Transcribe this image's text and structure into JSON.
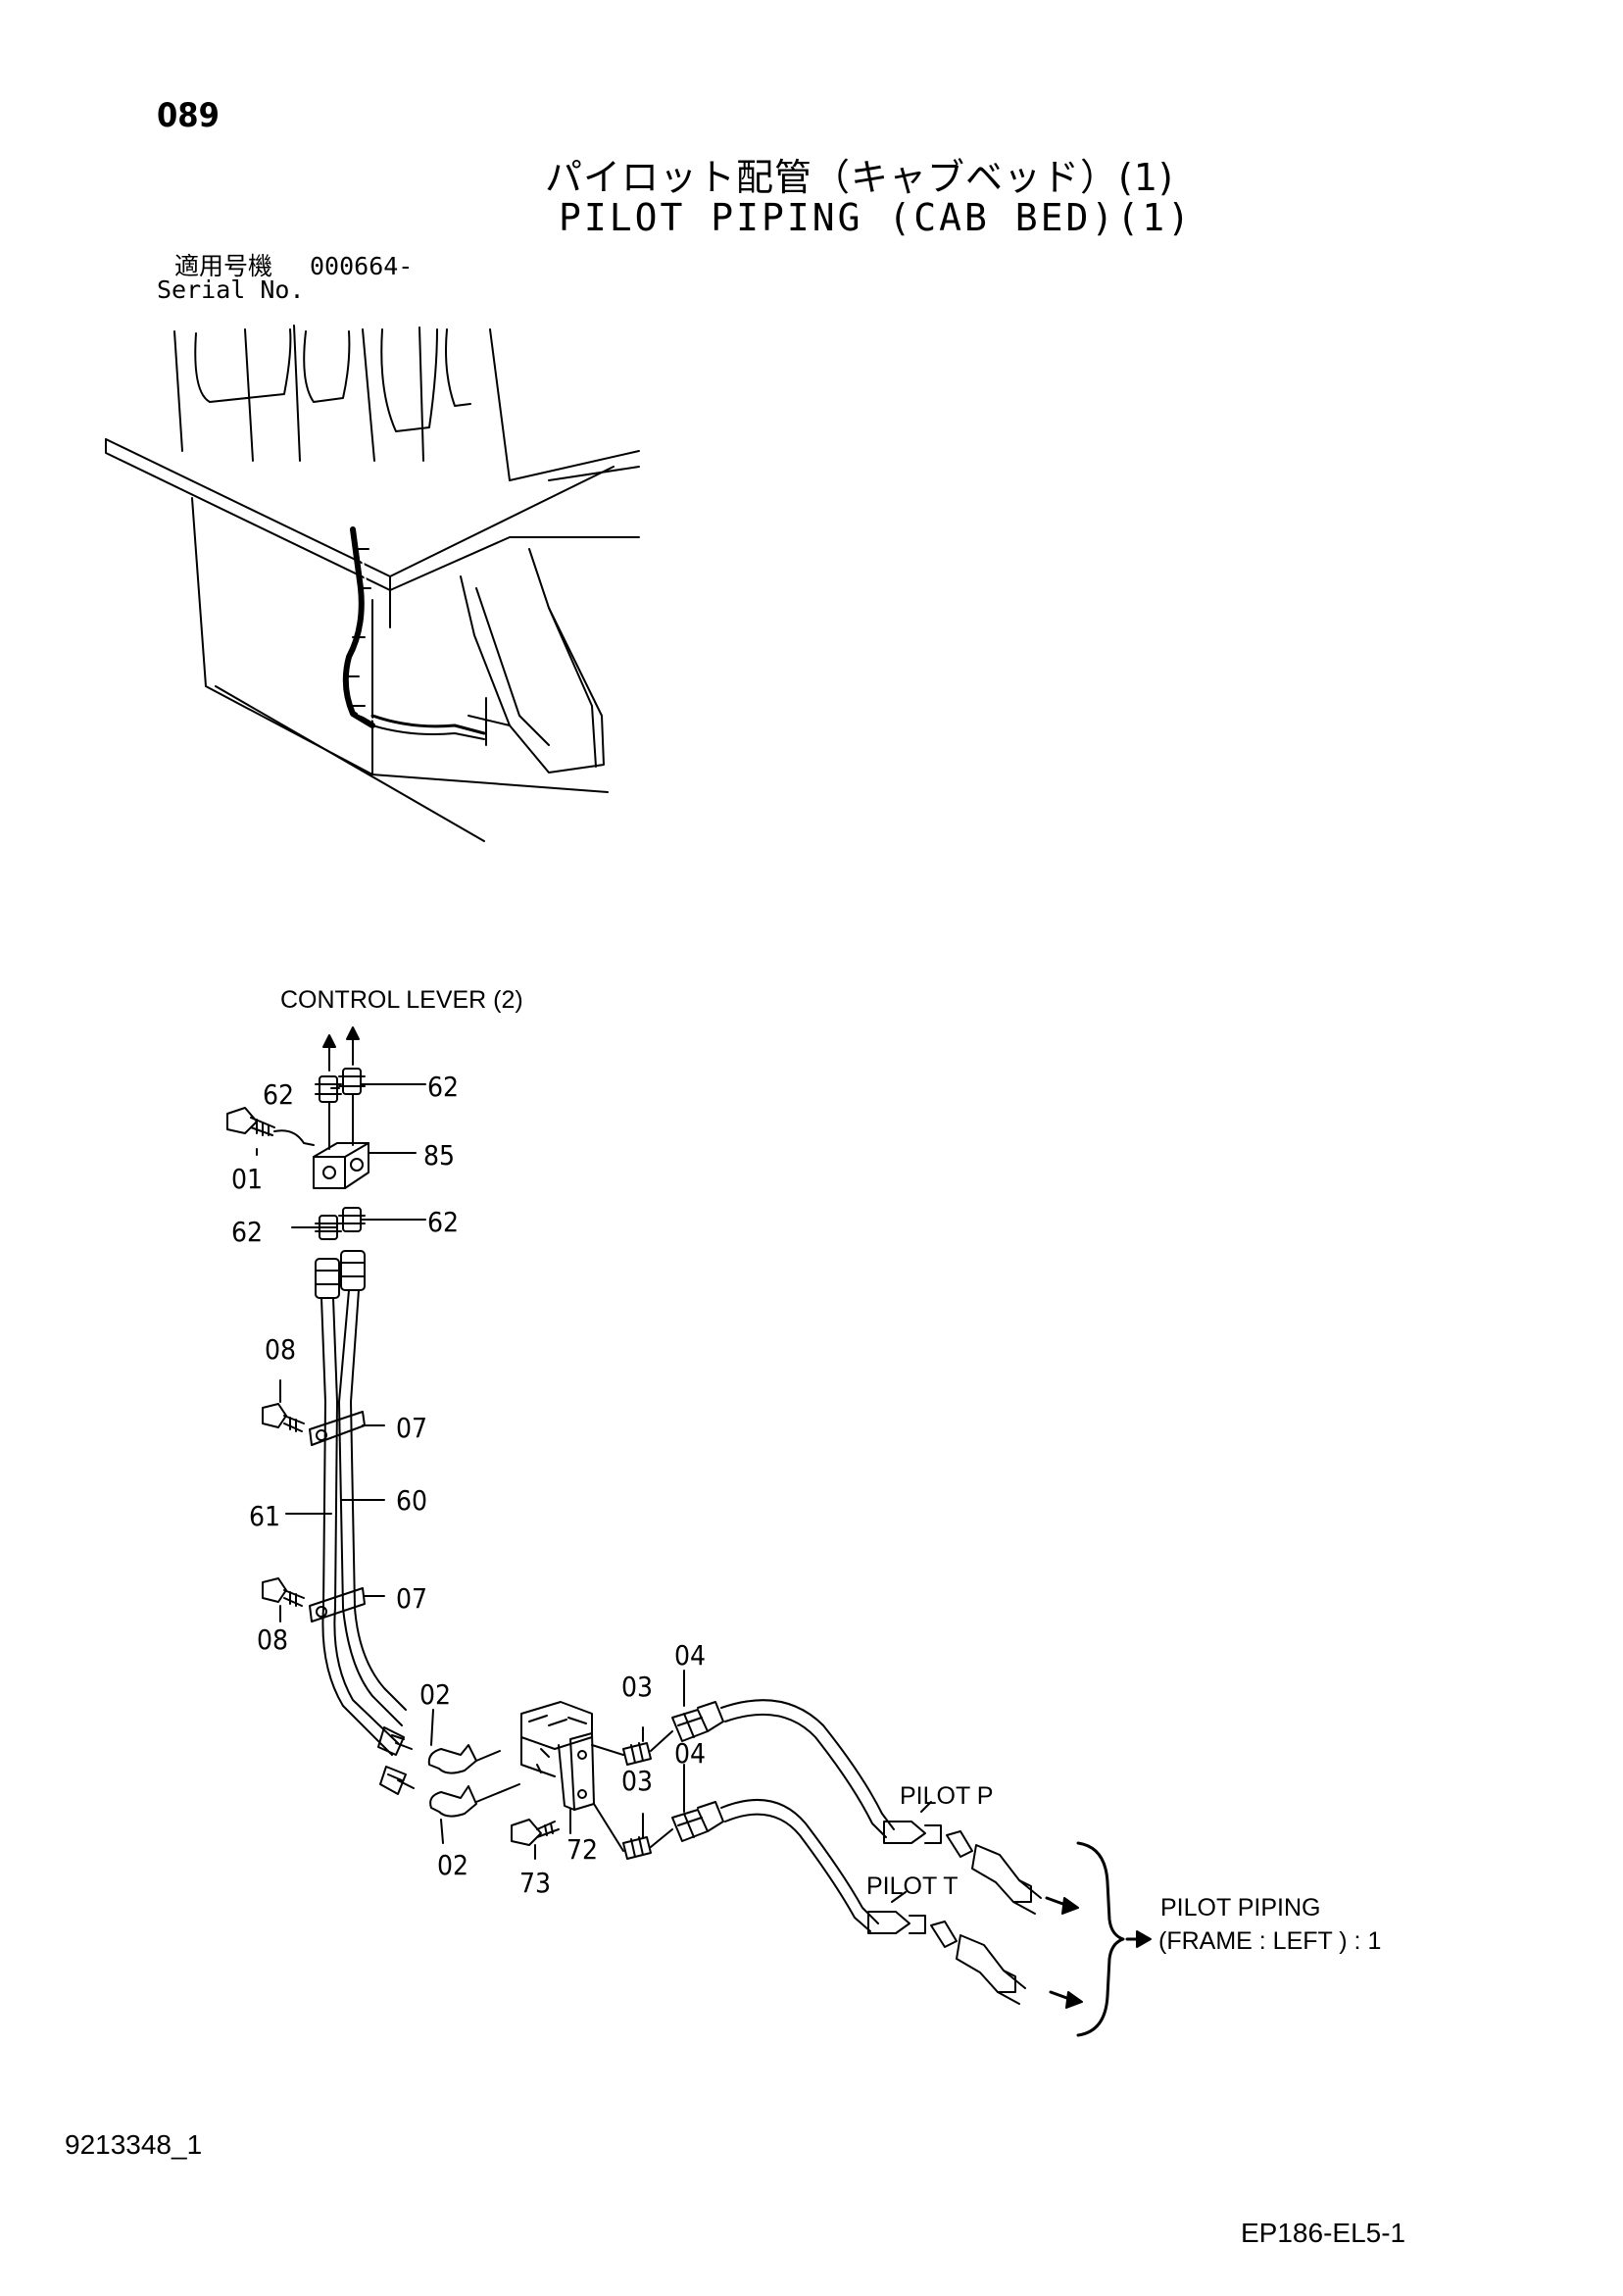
{
  "page_number": "089",
  "title": {
    "japanese": "パイロット配管（キャブベッド）(1)",
    "english": "PILOT PIPING (CAB BED)(1)"
  },
  "serial": {
    "jp_label": "適用号機",
    "value": "000664-",
    "en_label": "Serial No."
  },
  "labels": {
    "control_lever": "CONTROL LEVER (2)",
    "pilot_p": "PILOT P",
    "pilot_t": "PILOT T",
    "pilot_piping_line1": "PILOT PIPING",
    "pilot_piping_line2": "(FRAME : LEFT ) : 1"
  },
  "parts": {
    "p62a": "62",
    "p62b": "62",
    "p62c": "62",
    "p62d": "62",
    "p01": "01",
    "p85": "85",
    "p08a": "08",
    "p08b": "08",
    "p07a": "07",
    "p07b": "07",
    "p60": "60",
    "p61": "61",
    "p02a": "02",
    "p02b": "02",
    "p03a": "03",
    "p03b": "03",
    "p04a": "04",
    "p04b": "04",
    "p72": "72",
    "p73": "73"
  },
  "footer": {
    "drawing_no": "9213348_1",
    "doc_code": "EP186-EL5-1"
  }
}
